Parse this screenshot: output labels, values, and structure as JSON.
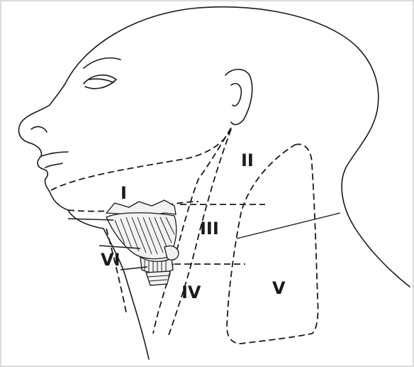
{
  "levels": {
    "I": "I",
    "II": "II",
    "III": "III",
    "IV": "IV",
    "V": "V",
    "VI": "VI"
  },
  "colors": {
    "line": "#1a1a1a",
    "background": "#ffffff"
  }
}
